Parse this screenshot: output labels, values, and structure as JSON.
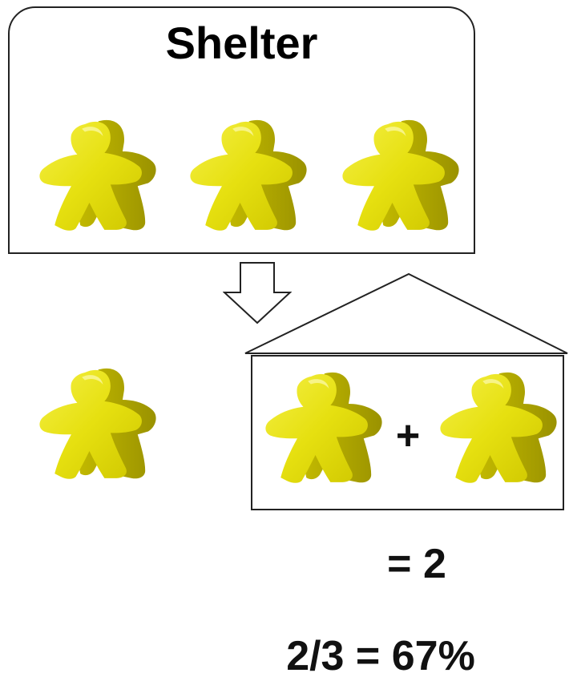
{
  "title": "Shelter",
  "plus": "+",
  "result": "= 2",
  "ratio": "2/3 = 67%",
  "colors": {
    "meeple_face": "#e8e312",
    "meeple_side": "#b8b000",
    "meeple_highlight": "#f6f25a",
    "outline": "#222222"
  },
  "icons": [
    "meeple-icon",
    "down-arrow-icon",
    "house-roof-icon"
  ]
}
